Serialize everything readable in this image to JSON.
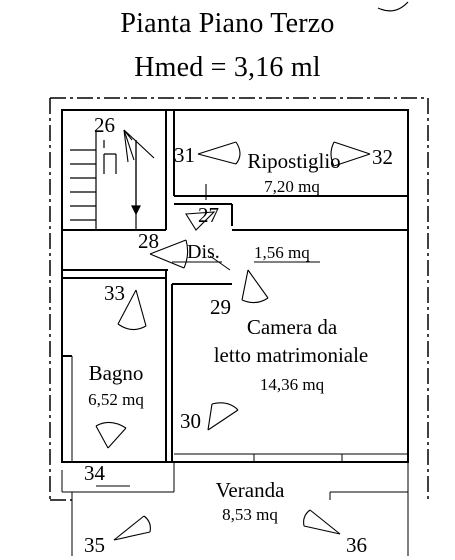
{
  "title": {
    "line1": "Pianta Piano Terzo",
    "line2": "Hmed = 3,16 ml"
  },
  "rooms": {
    "ripostiglio": {
      "name": "Ripostiglio",
      "area": "7,20 mq"
    },
    "disimpegno": {
      "name": "Dis.",
      "area": "1,56 mq"
    },
    "camera": {
      "name_line1": "Camera da",
      "name_line2": "letto matrimoniale",
      "area": "14,36 mq"
    },
    "bagno": {
      "name": "Bagno",
      "area": "6,52 mq"
    },
    "veranda": {
      "name": "Veranda",
      "area": "8,53 mq"
    }
  },
  "photo_points": [
    "26",
    "27",
    "28",
    "29",
    "30",
    "31",
    "32",
    "33",
    "34",
    "35",
    "36"
  ]
}
